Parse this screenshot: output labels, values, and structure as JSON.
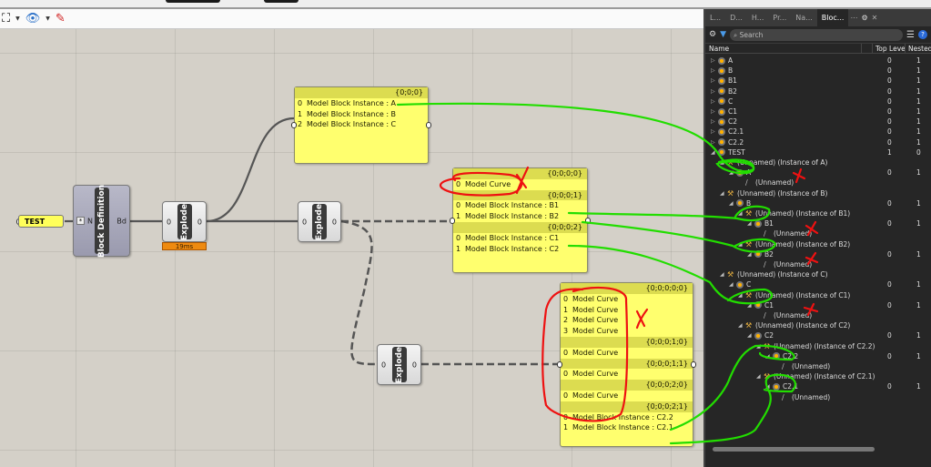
{
  "toolbar": {
    "icons": [
      "zoom-extents-icon",
      "preview-eye-icon",
      "sketch-pen-icon"
    ]
  },
  "canvas": {
    "test_panel": "TEST",
    "block_definition": {
      "label": "Block Definition",
      "input": "N",
      "output": "Bd"
    },
    "explode1": {
      "label": "Explode",
      "input": "0",
      "output": "0",
      "timer": "19ms"
    },
    "explode2": {
      "label": "Explode",
      "input": "0",
      "output": "0"
    },
    "explode3": {
      "label": "Explode",
      "input": "0",
      "output": "0"
    },
    "panel1": [
      {
        "header": "{0;0;0}",
        "rows": [
          [
            "0",
            "Model Block Instance : A"
          ],
          [
            "1",
            "Model Block Instance : B"
          ],
          [
            "2",
            "Model Block Instance : C"
          ]
        ]
      }
    ],
    "panel2": [
      {
        "header": "{0;0;0;0}",
        "rows": [
          [
            "0",
            "Model Curve"
          ]
        ]
      },
      {
        "header": "{0;0;0;1}",
        "rows": [
          [
            "0",
            "Model Block Instance : B1"
          ],
          [
            "1",
            "Model Block Instance : B2"
          ]
        ]
      },
      {
        "header": "{0;0;0;2}",
        "rows": [
          [
            "0",
            "Model Block Instance : C1"
          ],
          [
            "1",
            "Model Block Instance : C2"
          ]
        ]
      }
    ],
    "panel3": [
      {
        "header": "{0;0;0;0;0}",
        "rows": [
          [
            "0",
            "Model Curve"
          ],
          [
            "1",
            "Model Curve"
          ],
          [
            "2",
            "Model Curve"
          ],
          [
            "3",
            "Model Curve"
          ]
        ]
      },
      {
        "header": "{0;0;0;1;0}",
        "rows": [
          [
            "0",
            "Model Curve"
          ]
        ]
      },
      {
        "header": "{0;0;0;1;1}",
        "rows": [
          [
            "0",
            "Model Curve"
          ]
        ]
      },
      {
        "header": "{0;0;0;2;0}",
        "rows": [
          [
            "0",
            "Model Curve"
          ]
        ]
      },
      {
        "header": "{0;0;0;2;1}",
        "rows": [
          [
            "0",
            "Model Block Instance : C2.2"
          ],
          [
            "1",
            "Model Block Instance : C2.1"
          ]
        ]
      }
    ]
  },
  "right_panel": {
    "tabs": [
      "L...",
      "D...",
      "H...",
      "Pr...",
      "Na...",
      "Bloc..."
    ],
    "search_placeholder": "Search",
    "columns": {
      "name": "Name",
      "top_level": "Top Level",
      "nested": "Nested"
    },
    "tree": [
      {
        "d": 0,
        "t": "def",
        "n": "A",
        "tl": "0",
        "ne": "1",
        "a": "c"
      },
      {
        "d": 0,
        "t": "def",
        "n": "B",
        "tl": "0",
        "ne": "1",
        "a": "c"
      },
      {
        "d": 0,
        "t": "def",
        "n": "B1",
        "tl": "0",
        "ne": "1",
        "a": "c"
      },
      {
        "d": 0,
        "t": "def",
        "n": "B2",
        "tl": "0",
        "ne": "1",
        "a": "c"
      },
      {
        "d": 0,
        "t": "def",
        "n": "C",
        "tl": "0",
        "ne": "1",
        "a": "c"
      },
      {
        "d": 0,
        "t": "def",
        "n": "C1",
        "tl": "0",
        "ne": "1",
        "a": "c"
      },
      {
        "d": 0,
        "t": "def",
        "n": "C2",
        "tl": "0",
        "ne": "1",
        "a": "c"
      },
      {
        "d": 0,
        "t": "def",
        "n": "C2.1",
        "tl": "0",
        "ne": "1",
        "a": "c"
      },
      {
        "d": 0,
        "t": "def",
        "n": "C2.2",
        "tl": "0",
        "ne": "1",
        "a": "c"
      },
      {
        "d": 0,
        "t": "def",
        "n": "TEST",
        "tl": "1",
        "ne": "0",
        "a": "e"
      },
      {
        "d": 1,
        "t": "inst",
        "n": "(Unnamed) (Instance of A)",
        "a": "e"
      },
      {
        "d": 2,
        "t": "def",
        "n": "A",
        "tl": "0",
        "ne": "1",
        "a": "e"
      },
      {
        "d": 3,
        "t": "crv",
        "n": "(Unnamed)"
      },
      {
        "d": 1,
        "t": "inst",
        "n": "(Unnamed) (Instance of B)",
        "a": "e"
      },
      {
        "d": 2,
        "t": "def",
        "n": "B",
        "tl": "0",
        "ne": "1",
        "a": "e"
      },
      {
        "d": 3,
        "t": "inst",
        "n": "(Unnamed) (Instance of B1)",
        "a": "e"
      },
      {
        "d": 4,
        "t": "def",
        "n": "B1",
        "tl": "0",
        "ne": "1",
        "a": "e"
      },
      {
        "d": 5,
        "t": "crv",
        "n": "(Unnamed)"
      },
      {
        "d": 3,
        "t": "inst",
        "n": "(Unnamed) (Instance of B2)",
        "a": "e"
      },
      {
        "d": 4,
        "t": "def",
        "n": "B2",
        "tl": "0",
        "ne": "1",
        "a": "e"
      },
      {
        "d": 5,
        "t": "crv",
        "n": "(Unnamed)"
      },
      {
        "d": 1,
        "t": "inst",
        "n": "(Unnamed) (Instance of C)",
        "a": "e"
      },
      {
        "d": 2,
        "t": "def",
        "n": "C",
        "tl": "0",
        "ne": "1",
        "a": "e"
      },
      {
        "d": 3,
        "t": "inst",
        "n": "(Unnamed) (Instance of C1)",
        "a": "e"
      },
      {
        "d": 4,
        "t": "def",
        "n": "C1",
        "tl": "0",
        "ne": "1",
        "a": "e"
      },
      {
        "d": 5,
        "t": "crv",
        "n": "(Unnamed)"
      },
      {
        "d": 3,
        "t": "inst",
        "n": "(Unnamed) (Instance of C2)",
        "a": "e"
      },
      {
        "d": 4,
        "t": "def",
        "n": "C2",
        "tl": "0",
        "ne": "1",
        "a": "e"
      },
      {
        "d": 5,
        "t": "inst",
        "n": "(Unnamed) (Instance of C2.2)",
        "a": "e"
      },
      {
        "d": 6,
        "t": "def",
        "n": "C2.2",
        "tl": "0",
        "ne": "1",
        "a": "e"
      },
      {
        "d": 7,
        "t": "crv",
        "n": "(Unnamed)"
      },
      {
        "d": 5,
        "t": "inst",
        "n": "(Unnamed) (Instance of C2.1)",
        "a": "e"
      },
      {
        "d": 6,
        "t": "def",
        "n": "C2.1",
        "tl": "0",
        "ne": "1",
        "a": "e"
      },
      {
        "d": 7,
        "t": "crv",
        "n": "(Unnamed)"
      }
    ]
  },
  "annotations": {
    "red_mark": "X"
  },
  "colors": {
    "canvas": "#d4d0c8",
    "panel": "#ffff6e",
    "panel_header": "#dcdc50",
    "dark_panel": "#262626",
    "highlight_green": "#22dd00",
    "annotation_red": "#ee1111",
    "timer": "#ee8a10"
  }
}
